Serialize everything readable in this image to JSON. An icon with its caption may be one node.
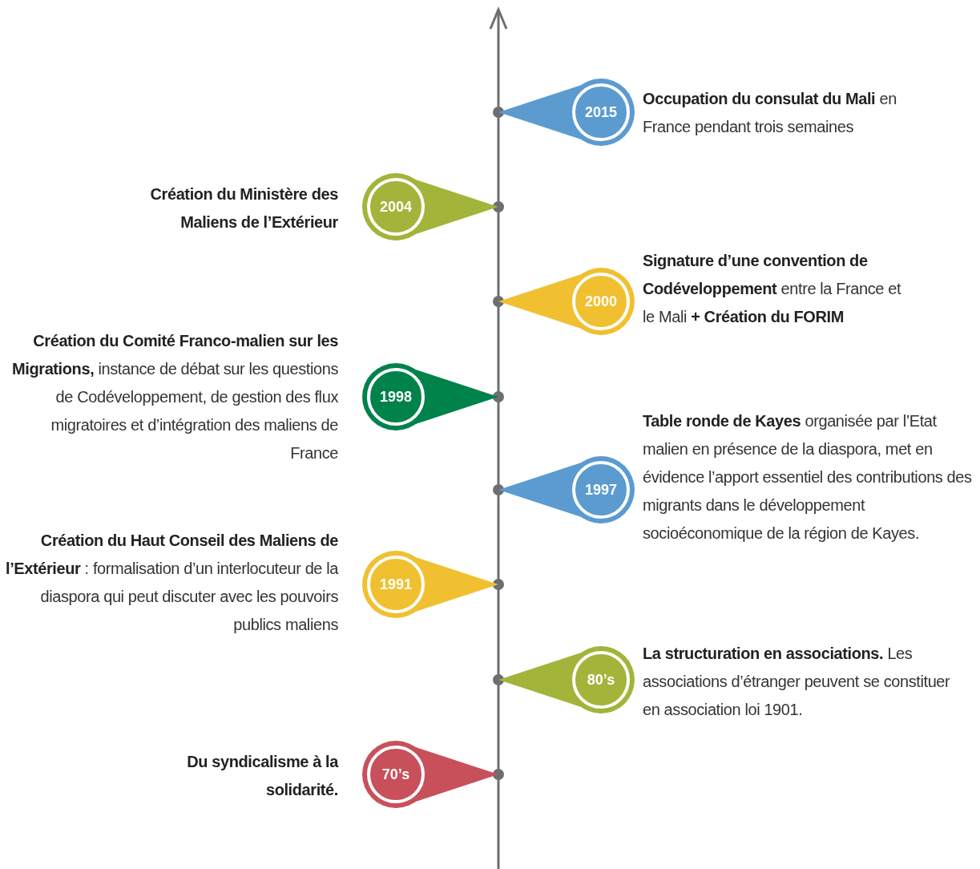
{
  "diagram": {
    "nodes": [
      {
        "text": [
          "2015"
        ],
        "beside": [
          "**Occupation du consulat du Mali** en France pendant trois semaines"
        ]
      },
      {
        "text": [
          "2004"
        ],
        "beside": [
          "Création du Ministère des Maliens de l’Extérieur"
        ]
      },
      {
        "text": [
          "2000"
        ],
        "beside": [
          "**Signature d’une convention de Codéveloppement** entre la France et le Mali **+ Création du FORIM**"
        ]
      },
      {
        "text": [
          "1998"
        ],
        "beside": [
          "**Création du Comité Franco-malien sur les Migrations,** instance de débat sur les questions de Codéveloppement, de gestion des flux migratoires et d’intégration des maliens de France"
        ]
      },
      {
        "text": [
          "1997"
        ],
        "beside": [
          "**Table ronde de Kayes** organisée par l’Etat malien en présence de la diaspora, met en évidence l’apport essentiel des contributions des migrants dans le développement socioéconomique de la région de Kayes."
        ]
      },
      {
        "text": [
          "1991"
        ],
        "beside": [
          "**Création du Haut Conseil des Maliens de l’Extérieur** : formalisation d’un interlocuteur de la diaspora qui peut discuter avec les pouvoirs publics maliens"
        ]
      },
      {
        "text": [
          "80’s"
        ],
        "beside": [
          "**La structuration en associations.** Les associations d’étranger peuvent se constituer en association loi 1901."
        ]
      },
      {
        "text": [
          "70’s"
        ],
        "beside": [
          "Du syndicalisme à la solidarité."
        ]
      }
    ],
    "edges": []
  }
}
